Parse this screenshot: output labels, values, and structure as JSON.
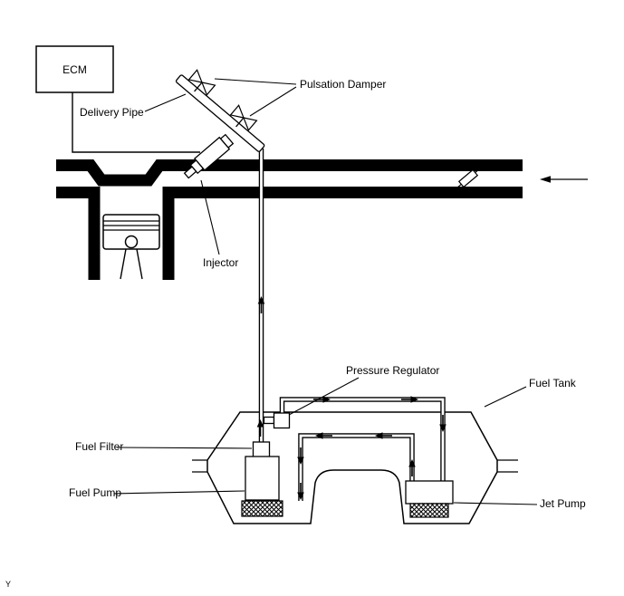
{
  "labels": {
    "ecm": "ECM",
    "pulsation_damper": "Pulsation Damper",
    "delivery_pipe": "Delivery Pipe",
    "injector": "Injector",
    "pressure_regulator": "Pressure Regulator",
    "fuel_tank": "Fuel Tank",
    "fuel_filter": "Fuel Filter",
    "fuel_pump": "Fuel Pump",
    "jet_pump": "Jet Pump",
    "footnote_mark": "Y"
  },
  "colors": {
    "line": "#000000",
    "background": "#ffffff"
  }
}
